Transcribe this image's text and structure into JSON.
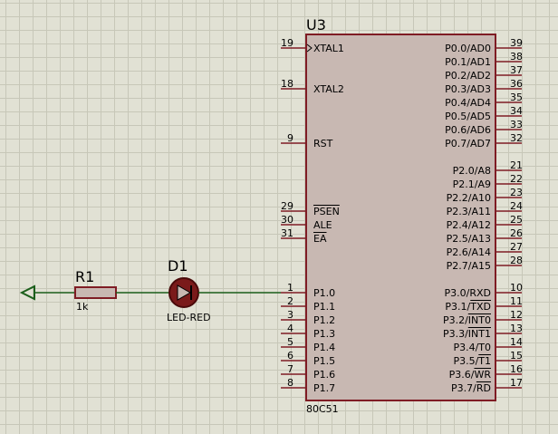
{
  "colors": {
    "background": "#e1e1d4",
    "grid": "#c7c7b8",
    "chip_fill": "#c8b8b2",
    "chip_border": "#7f1c24",
    "pin_line": "#7f1c24",
    "wire": "#1a5e1a",
    "led_body": "#7a1a1a"
  },
  "chip": {
    "ref": "U3",
    "part": "80C51",
    "left_pins": [
      {
        "num": "19",
        "name": "XTAL1",
        "overline": false
      },
      {
        "num": "18",
        "name": "XTAL2",
        "overline": false
      },
      {
        "num": "9",
        "name": "RST",
        "overline": false
      },
      {
        "num": "29",
        "name": "PSEN",
        "overline": true
      },
      {
        "num": "30",
        "name": "ALE",
        "overline": false
      },
      {
        "num": "31",
        "name": "EA",
        "overline": true
      },
      {
        "num": "1",
        "name": "P1.0",
        "overline": false
      },
      {
        "num": "2",
        "name": "P1.1",
        "overline": false
      },
      {
        "num": "3",
        "name": "P1.2",
        "overline": false
      },
      {
        "num": "4",
        "name": "P1.3",
        "overline": false
      },
      {
        "num": "5",
        "name": "P1.4",
        "overline": false
      },
      {
        "num": "6",
        "name": "P1.5",
        "overline": false
      },
      {
        "num": "7",
        "name": "P1.6",
        "overline": false
      },
      {
        "num": "8",
        "name": "P1.7",
        "overline": false
      }
    ],
    "right_pins": [
      {
        "num": "39",
        "name": "P0.0/AD0",
        "bar": ""
      },
      {
        "num": "38",
        "name": "P0.1/AD1",
        "bar": ""
      },
      {
        "num": "37",
        "name": "P0.2/AD2",
        "bar": ""
      },
      {
        "num": "36",
        "name": "P0.3/AD3",
        "bar": ""
      },
      {
        "num": "35",
        "name": "P0.4/AD4",
        "bar": ""
      },
      {
        "num": "34",
        "name": "P0.5/AD5",
        "bar": ""
      },
      {
        "num": "33",
        "name": "P0.6/AD6",
        "bar": ""
      },
      {
        "num": "32",
        "name": "P0.7/AD7",
        "bar": ""
      },
      {
        "num": "21",
        "name": "P2.0/A8",
        "bar": ""
      },
      {
        "num": "22",
        "name": "P2.1/A9",
        "bar": ""
      },
      {
        "num": "23",
        "name": "P2.2/A10",
        "bar": ""
      },
      {
        "num": "24",
        "name": "P2.3/A11",
        "bar": ""
      },
      {
        "num": "25",
        "name": "P2.4/A12",
        "bar": ""
      },
      {
        "num": "26",
        "name": "P2.5/A13",
        "bar": ""
      },
      {
        "num": "27",
        "name": "P2.6/A14",
        "bar": ""
      },
      {
        "num": "28",
        "name": "P2.7/A15",
        "bar": ""
      },
      {
        "num": "10",
        "name": "P3.0/RXD",
        "bar": ""
      },
      {
        "num": "11",
        "name": "P3.1/",
        "bar": "TXD"
      },
      {
        "num": "12",
        "name": "P3.2/",
        "bar": "INT0"
      },
      {
        "num": "13",
        "name": "P3.3/",
        "bar": "INT1"
      },
      {
        "num": "14",
        "name": "P3.4/T0",
        "bar": ""
      },
      {
        "num": "15",
        "name": "P3.5/",
        "bar": "T1"
      },
      {
        "num": "16",
        "name": "P3.6/",
        "bar": "WR"
      },
      {
        "num": "17",
        "name": "P3.7/",
        "bar": "RD"
      }
    ]
  },
  "resistor": {
    "ref": "R1",
    "value": "1k"
  },
  "led": {
    "ref": "D1",
    "value": "LED-RED"
  }
}
